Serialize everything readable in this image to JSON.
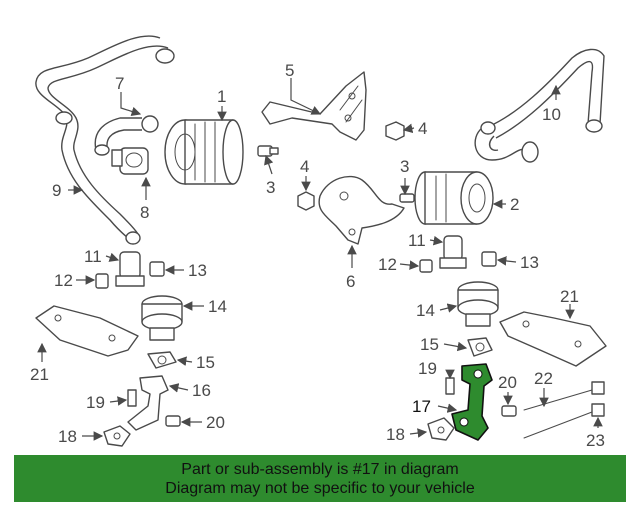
{
  "callouts": {
    "c1": "1",
    "c2": "2",
    "c3a": "3",
    "c3b": "3",
    "c4a": "4",
    "c4b": "4",
    "c5": "5",
    "c6": "6",
    "c7": "7",
    "c8": "8",
    "c9": "9",
    "c10": "10",
    "c11a": "11",
    "c11b": "11",
    "c12a": "12",
    "c12b": "12",
    "c13a": "13",
    "c13b": "13",
    "c14a": "14",
    "c14b": "14",
    "c15a": "15",
    "c15b": "15",
    "c16": "16",
    "c17": "17",
    "c18a": "18",
    "c18b": "18",
    "c19a": "19",
    "c19b": "19",
    "c20a": "20",
    "c20b": "20",
    "c21a": "21",
    "c21b": "21",
    "c22": "22",
    "c23": "23"
  },
  "highlight": {
    "part_number": "17",
    "color": "#2e8b2e"
  },
  "banner": {
    "line1": "Part or sub-assembly is #17 in diagram",
    "line2": "Diagram may not be specific to your vehicle",
    "color": "#2e8b2e"
  }
}
